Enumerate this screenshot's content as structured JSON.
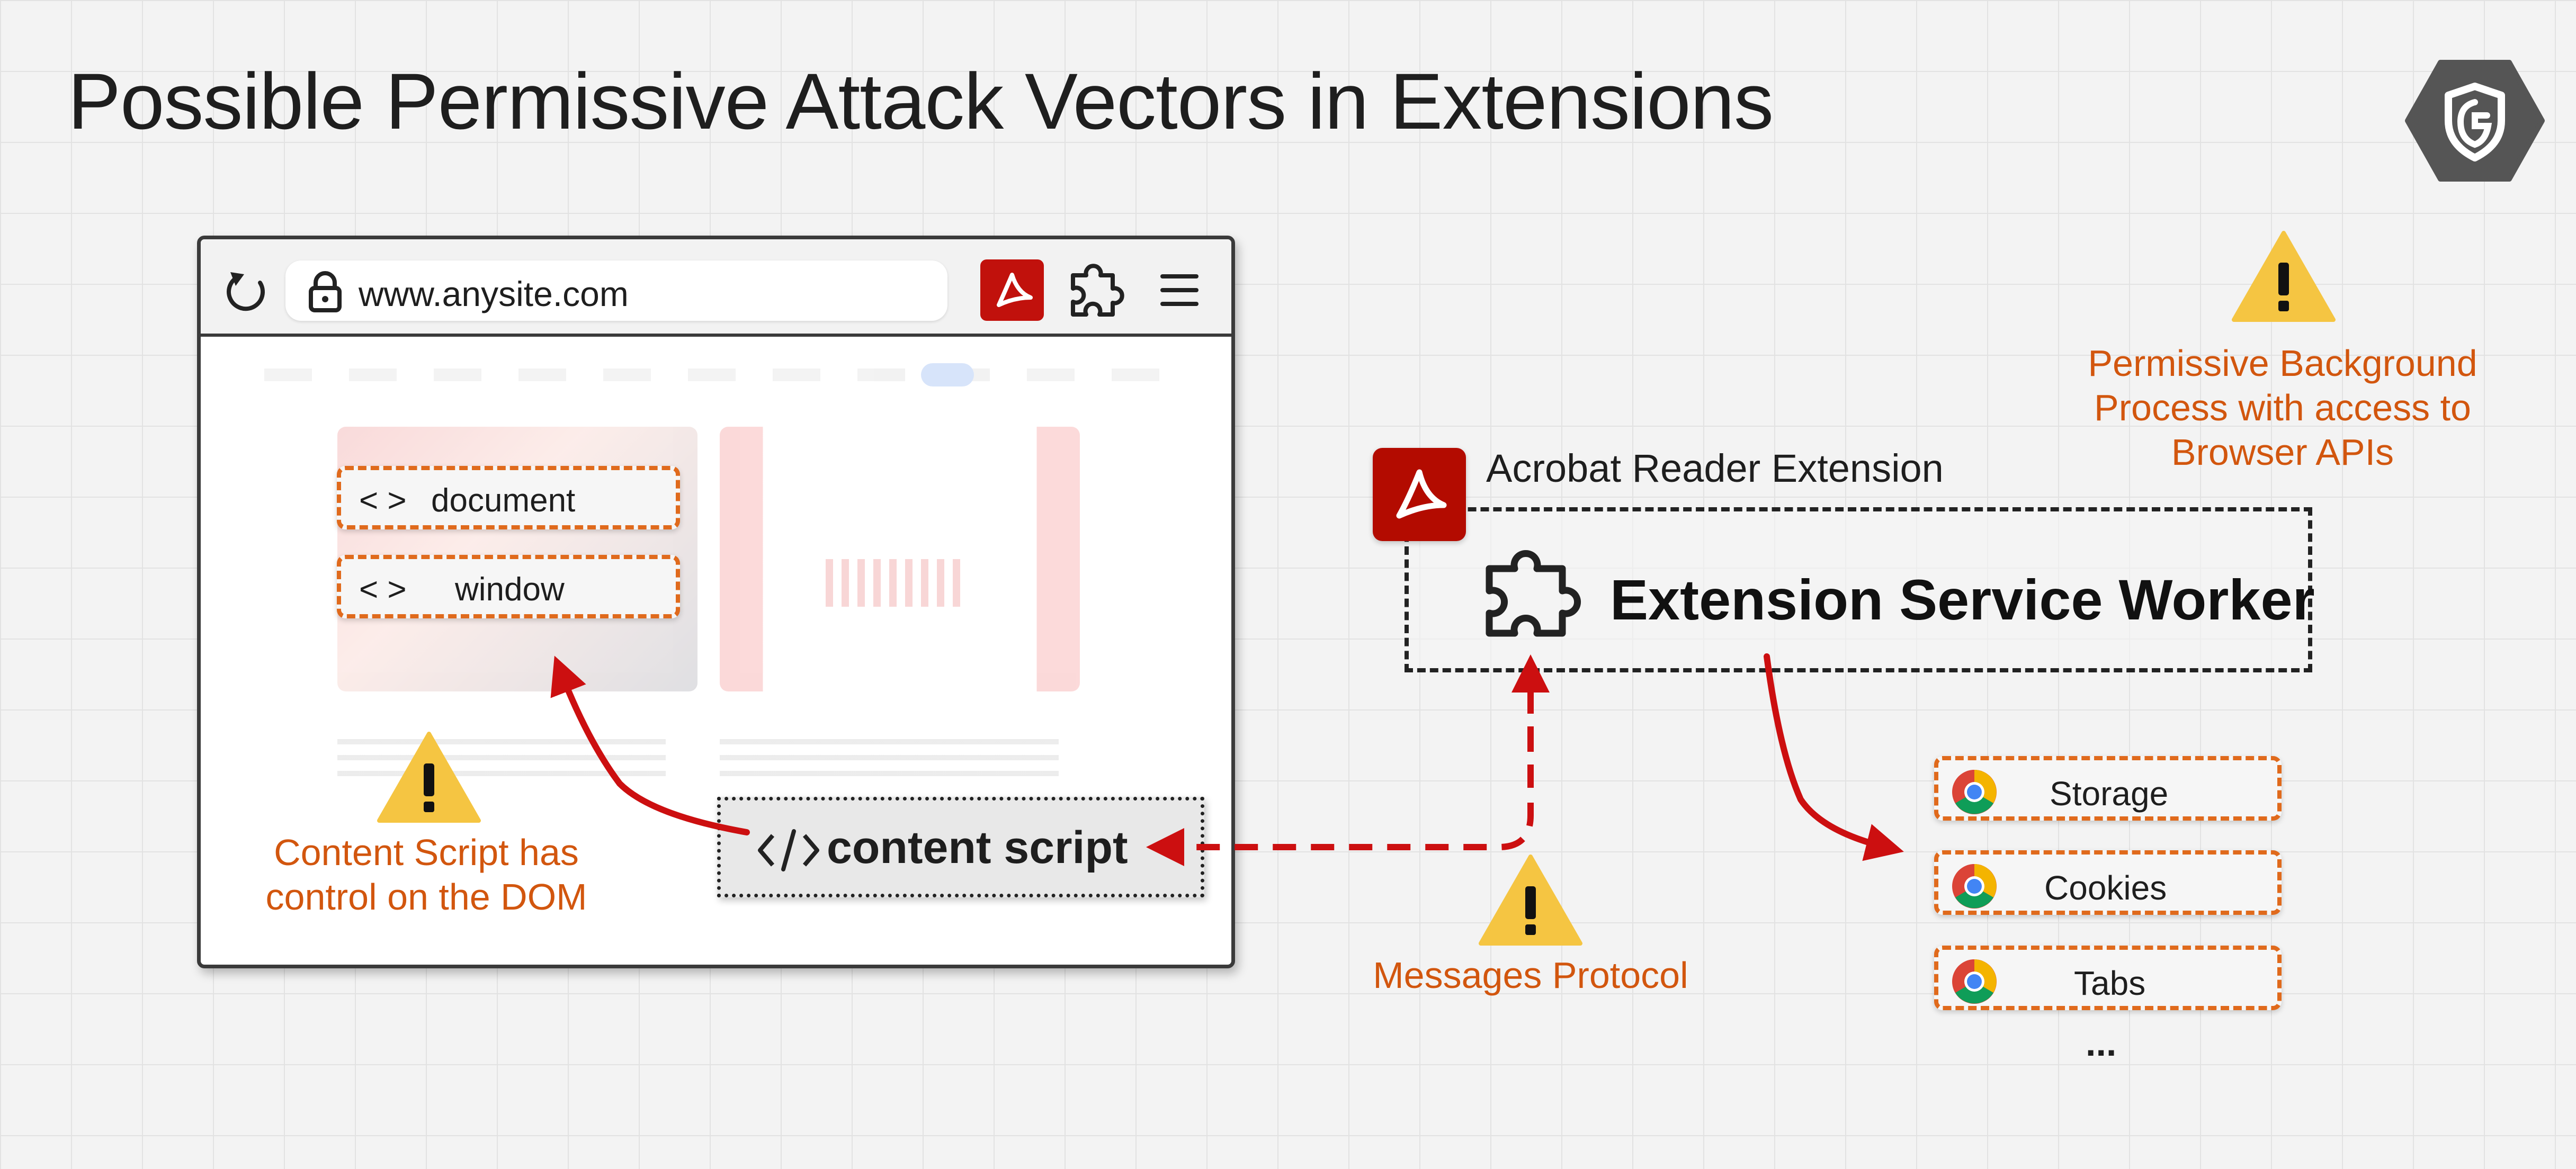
{
  "title": "Possible Permissive Attack Vectors in Extensions",
  "browser": {
    "url": "www.anysite.com",
    "toolbar_icons": [
      "reload-icon",
      "lock-icon",
      "acrobat-icon",
      "puzzle-icon",
      "hamburger-menu-icon"
    ]
  },
  "dom_objects": [
    {
      "label": "document"
    },
    {
      "label": "window"
    }
  ],
  "content_script": {
    "label": "content script",
    "icon": "code-icon"
  },
  "warnings": {
    "dom": "Content Script has control on the DOM",
    "dom_lines": [
      "Content Script has",
      "control on the DOM"
    ],
    "messages": "Messages Protocol",
    "background_lines": [
      "Permissive Background",
      "Process with access to",
      "Browser APIs"
    ]
  },
  "extension": {
    "name": "Acrobat Reader Extension",
    "service_worker": "Extension Service Worker"
  },
  "browser_apis": [
    {
      "label": "Storage",
      "icon": "chrome-icon"
    },
    {
      "label": "Cookies",
      "icon": "chrome-icon"
    },
    {
      "label": "Tabs",
      "icon": "chrome-icon"
    }
  ],
  "apis_more": "...",
  "colors": {
    "accent_orange": "#e06a1c",
    "warning_yellow": "#f5c542",
    "arrow_red": "#cc0f10",
    "acrobat_red": "#b30b00"
  }
}
